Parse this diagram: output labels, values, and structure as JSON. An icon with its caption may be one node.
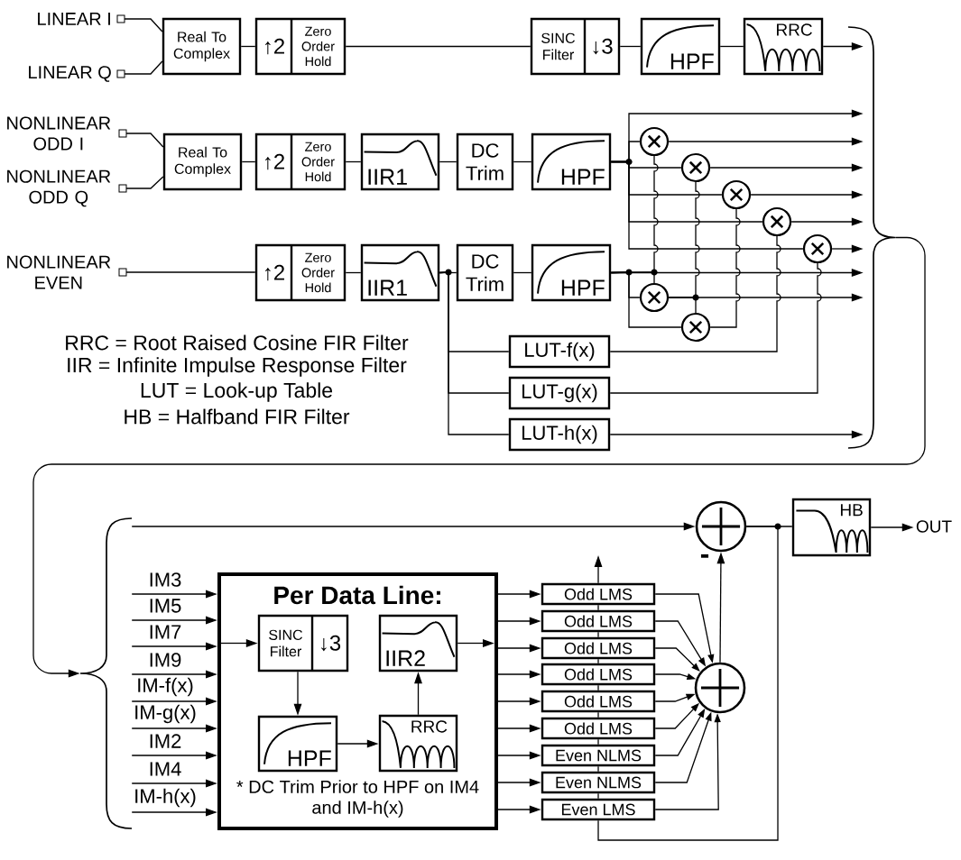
{
  "diagram": {
    "nodes": [
      {
        "text": [
          "LINEAR I"
        ]
      },
      {
        "text": [
          "LINEAR Q"
        ]
      },
      {
        "text": [
          "Real To Complex"
        ]
      },
      {
        "text": [
          "↑2",
          "Zero Order Hold"
        ]
      },
      {
        "text": [
          "SINC Filter",
          "↓3"
        ]
      },
      {
        "text": [
          "HPF"
        ]
      },
      {
        "text": [
          "RRC"
        ]
      },
      {
        "text": [
          "NONLINEAR ODD I"
        ]
      },
      {
        "text": [
          "NONLINEAR ODD Q"
        ]
      },
      {
        "text": [
          "Real To Complex"
        ]
      },
      {
        "text": [
          "↑2",
          "Zero Order Hold"
        ]
      },
      {
        "text": [
          "IIR1"
        ]
      },
      {
        "text": [
          "DC Trim"
        ]
      },
      {
        "text": [
          "HPF"
        ]
      },
      {
        "text": [
          "NONLINEAR EVEN"
        ]
      },
      {
        "text": [
          "↑2",
          "Zero Order Hold"
        ]
      },
      {
        "text": [
          "IIR1"
        ]
      },
      {
        "text": [
          "DC Trim"
        ]
      },
      {
        "text": [
          "HPF"
        ]
      },
      {
        "text": [],
        "shape": "circle"
      },
      {
        "text": [],
        "shape": "circle"
      },
      {
        "text": [],
        "shape": "circle"
      },
      {
        "text": [],
        "shape": "circle"
      },
      {
        "text": [],
        "shape": "circle"
      },
      {
        "text": [],
        "shape": "circle"
      },
      {
        "text": [],
        "shape": "circle"
      },
      {
        "text": [
          "LUT-f(x)"
        ]
      },
      {
        "text": [
          "LUT-g(x)"
        ]
      },
      {
        "text": [
          "LUT-h(x)"
        ]
      },
      {
        "text": [],
        "shape": "brace"
      },
      {
        "text": [],
        "shape": "brace"
      },
      {
        "text": [
          "Per Data Line:",
          "* DC Trim Prior to HPF on IM4 and IM-h(x)"
        ]
      },
      {
        "text": [
          "SINC Filter",
          "↓3"
        ],
        "in": 31
      },
      {
        "text": [
          "IIR2"
        ],
        "in": 31
      },
      {
        "text": [
          "HPF"
        ],
        "in": 31
      },
      {
        "text": [
          "RRC"
        ],
        "in": 31
      },
      {
        "text": [
          "Odd LMS"
        ]
      },
      {
        "text": [
          "Odd LMS"
        ]
      },
      {
        "text": [
          "Odd LMS"
        ]
      },
      {
        "text": [
          "Odd LMS"
        ]
      },
      {
        "text": [
          "Odd LMS"
        ]
      },
      {
        "text": [
          "Odd LMS"
        ]
      },
      {
        "text": [
          "Even NLMS"
        ]
      },
      {
        "text": [
          "Even NLMS"
        ]
      },
      {
        "text": [
          "Even LMS"
        ]
      },
      {
        "text": [],
        "shape": "circle",
        "beside": [
          "-"
        ]
      },
      {
        "text": [],
        "shape": "circle"
      },
      {
        "text": [
          "HB"
        ]
      },
      {
        "text": [
          "OUT"
        ]
      }
    ],
    "edges": [
      {
        "from": 0,
        "to": 2,
        "arrow": "none"
      },
      {
        "from": 1,
        "to": 2,
        "arrow": "none"
      },
      {
        "from": 2,
        "to": 3,
        "arrow": "none"
      },
      {
        "from": 3,
        "to": 4,
        "arrow": "none"
      },
      {
        "from": 4,
        "to": 5,
        "arrow": "none"
      },
      {
        "from": 5,
        "to": 6,
        "arrow": "none"
      },
      {
        "from": 6,
        "to": 29,
        "arrow": "to"
      },
      {
        "from": 7,
        "to": 9,
        "arrow": "none"
      },
      {
        "from": 8,
        "to": 9,
        "arrow": "none"
      },
      {
        "from": 9,
        "to": 10,
        "arrow": "none"
      },
      {
        "from": 10,
        "to": 11,
        "arrow": "none"
      },
      {
        "from": 11,
        "to": 12,
        "arrow": "none"
      },
      {
        "from": 12,
        "to": 13,
        "arrow": "none"
      },
      {
        "from": 13,
        "to": 29,
        "arrow": "to"
      },
      {
        "from": 13,
        "to": 19,
        "arrow": "none"
      },
      {
        "from": 13,
        "to": 20,
        "arrow": "none"
      },
      {
        "from": 13,
        "to": 21,
        "arrow": "none"
      },
      {
        "from": 13,
        "to": 22,
        "arrow": "none"
      },
      {
        "from": 13,
        "to": 23,
        "arrow": "none"
      },
      {
        "from": 19,
        "to": 29,
        "arrow": "to"
      },
      {
        "from": 20,
        "to": 29,
        "arrow": "to"
      },
      {
        "from": 21,
        "to": 29,
        "arrow": "to"
      },
      {
        "from": 22,
        "to": 29,
        "arrow": "to"
      },
      {
        "from": 23,
        "to": 29,
        "arrow": "to"
      },
      {
        "from": 14,
        "to": 15,
        "arrow": "none"
      },
      {
        "from": 15,
        "to": 16,
        "arrow": "none"
      },
      {
        "from": 16,
        "to": 17,
        "arrow": "none"
      },
      {
        "from": 17,
        "to": 18,
        "arrow": "none"
      },
      {
        "from": 18,
        "to": 29,
        "arrow": "to"
      },
      {
        "from": 18,
        "to": 19,
        "arrow": "none"
      },
      {
        "from": 18,
        "to": 24,
        "arrow": "none"
      },
      {
        "from": 18,
        "to": 24,
        "arrow": "none"
      },
      {
        "from": 18,
        "to": 25,
        "arrow": "none"
      },
      {
        "from": 24,
        "to": 29,
        "arrow": "to"
      },
      {
        "from": 24,
        "to": 20,
        "arrow": "none"
      },
      {
        "from": 24,
        "to": 25,
        "arrow": "none"
      },
      {
        "from": 25,
        "to": 21,
        "arrow": "none"
      },
      {
        "from": 16,
        "to": 26,
        "arrow": "none"
      },
      {
        "from": 16,
        "to": 27,
        "arrow": "none"
      },
      {
        "from": 16,
        "to": 28,
        "arrow": "none"
      },
      {
        "from": 26,
        "to": 22,
        "arrow": "none"
      },
      {
        "from": 27,
        "to": 23,
        "arrow": "none"
      },
      {
        "from": 28,
        "to": 29,
        "arrow": "to"
      },
      {
        "from": 29,
        "to": 30,
        "arrow": "to"
      },
      {
        "from": 30,
        "to": 45,
        "arrow": "to"
      },
      {
        "from": 30,
        "to": 31,
        "arrow": "to",
        "label": "IM3"
      },
      {
        "from": 30,
        "to": 31,
        "arrow": "to",
        "label": "IM5"
      },
      {
        "from": 30,
        "to": 31,
        "arrow": "to",
        "label": "IM7"
      },
      {
        "from": 30,
        "to": 31,
        "arrow": "to",
        "label": "IM9"
      },
      {
        "from": 30,
        "to": 31,
        "arrow": "to",
        "label": "IM-f(x)"
      },
      {
        "from": 30,
        "to": 31,
        "arrow": "to",
        "label": "IM-g(x)"
      },
      {
        "from": 30,
        "to": 31,
        "arrow": "to",
        "label": "IM2"
      },
      {
        "from": 30,
        "to": 31,
        "arrow": "to",
        "label": "IM4"
      },
      {
        "from": 30,
        "to": 31,
        "arrow": "to",
        "label": "IM-h(x)"
      },
      {
        "from": 31,
        "to": 32,
        "arrow": "to"
      },
      {
        "from": 32,
        "to": 34,
        "arrow": "to"
      },
      {
        "from": 34,
        "to": 35,
        "arrow": "to"
      },
      {
        "from": 35,
        "to": 33,
        "arrow": "to"
      },
      {
        "from": 33,
        "to": 31,
        "arrow": "to"
      },
      {
        "from": 31,
        "to": 36,
        "arrow": "to"
      },
      {
        "from": 31,
        "to": 37,
        "arrow": "to"
      },
      {
        "from": 31,
        "to": 38,
        "arrow": "to"
      },
      {
        "from": 31,
        "to": 39,
        "arrow": "to"
      },
      {
        "from": 31,
        "to": 40,
        "arrow": "to"
      },
      {
        "from": 31,
        "to": 41,
        "arrow": "to"
      },
      {
        "from": 31,
        "to": 42,
        "arrow": "to"
      },
      {
        "from": 31,
        "to": 43,
        "arrow": "to"
      },
      {
        "from": 31,
        "to": 44,
        "arrow": "to"
      },
      {
        "from": 36,
        "to": 46,
        "arrow": "to"
      },
      {
        "from": 37,
        "to": 46,
        "arrow": "to"
      },
      {
        "from": 38,
        "to": 46,
        "arrow": "to"
      },
      {
        "from": 39,
        "to": 46,
        "arrow": "to"
      },
      {
        "from": 40,
        "to": 46,
        "arrow": "to"
      },
      {
        "from": 41,
        "to": 46,
        "arrow": "to"
      },
      {
        "from": 42,
        "to": 46,
        "arrow": "to"
      },
      {
        "from": 43,
        "to": 46,
        "arrow": "to"
      },
      {
        "from": 44,
        "to": 46,
        "arrow": "to"
      },
      {
        "from": 46,
        "to": 45,
        "arrow": "to"
      },
      {
        "from": 45,
        "to": 47,
        "arrow": "none"
      },
      {
        "from": 47,
        "to": 48,
        "arrow": "to"
      },
      {
        "from": 45,
        "to": 44,
        "arrow": "none"
      },
      {
        "from": 44,
        "to": 43,
        "arrow": "none"
      },
      {
        "from": 43,
        "to": 42,
        "arrow": "none"
      },
      {
        "from": 42,
        "to": 41,
        "arrow": "none"
      },
      {
        "from": 41,
        "to": 40,
        "arrow": "none"
      },
      {
        "from": 40,
        "to": 39,
        "arrow": "none"
      },
      {
        "from": 39,
        "to": 38,
        "arrow": "none"
      },
      {
        "from": 38,
        "to": 37,
        "arrow": "none"
      },
      {
        "from": 37,
        "to": 36,
        "arrow": "none"
      },
      {
        "from": 36,
        "to": null,
        "arrow": "to"
      }
    ],
    "labels": [
      "RRC = Root Raised Cosine FIR Filter",
      "IIR = Infinite Impulse Response Filter",
      "LUT = Look-up Table",
      "HB = Halfband FIR Filter"
    ]
  }
}
